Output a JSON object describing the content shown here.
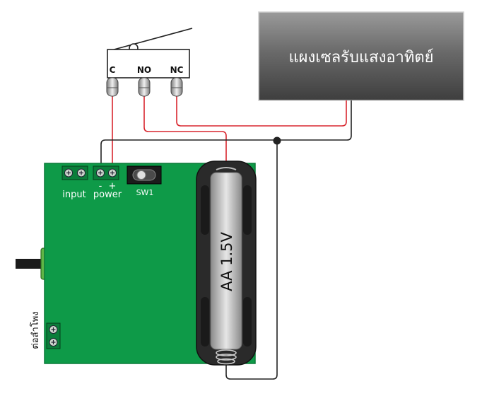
{
  "solar_panel": {
    "label": "แผงเซลรับแสงอาทิตย์"
  },
  "switch": {
    "terminals": {
      "c": "C",
      "no": "NO",
      "nc": "NC"
    }
  },
  "board": {
    "input_label": "input",
    "power_label": "power",
    "power_polarity": {
      "minus": "-",
      "plus": "+"
    },
    "sw_label": "SW1",
    "speaker_label": "ต่อลำโพง"
  },
  "battery": {
    "label": "AA 1.5V"
  },
  "colors": {
    "board": "#0e9a48",
    "wire_red": "#d9262e",
    "wire_black": "#222222",
    "panel": "#5e5e5e",
    "battery_holder": "#2a2a2a",
    "battery_cell": "#bdbdbd"
  }
}
